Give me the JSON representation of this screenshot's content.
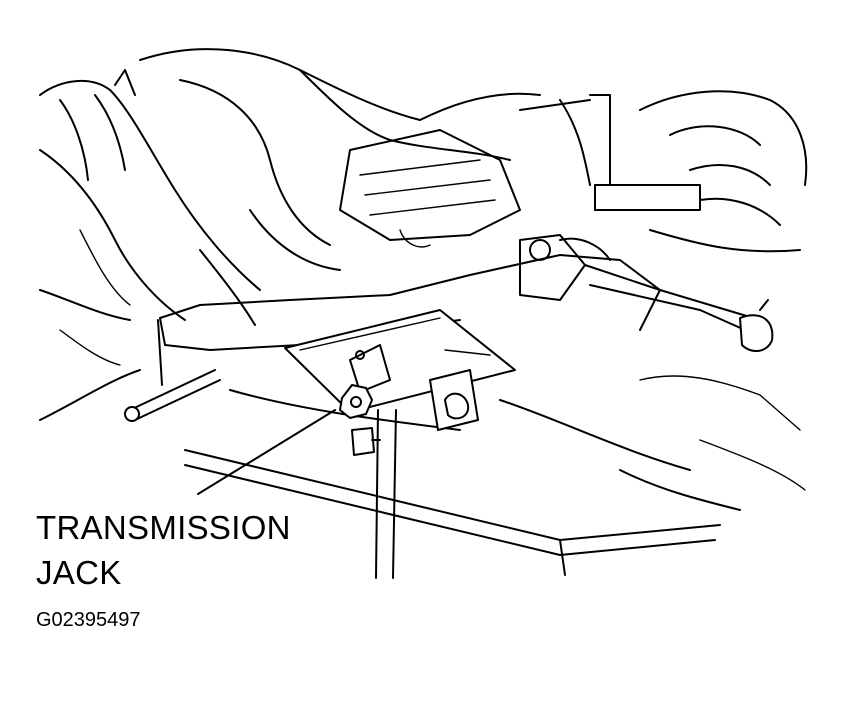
{
  "callout": {
    "line1": "TRANSMISSION",
    "line2": "JACK"
  },
  "figure_code": "G02395497",
  "colors": {
    "ink": "#000000",
    "paper": "#ffffff"
  }
}
